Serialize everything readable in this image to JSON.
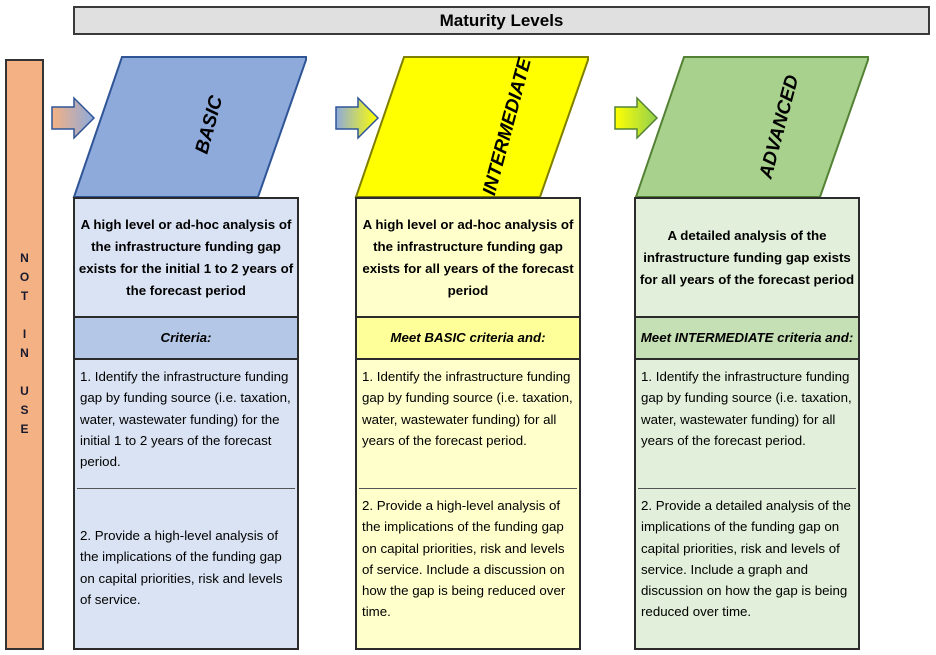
{
  "header": {
    "title": "Maturity Levels"
  },
  "sidebar": {
    "letters": [
      "N",
      "O",
      "T",
      "",
      "I",
      "N",
      "",
      "U",
      "S",
      "E"
    ]
  },
  "colors": {
    "basic_top": "#8eaadb",
    "basic_light": "#dae3f3",
    "basic_mid": "#b4c7e7",
    "intermediate_top": "#ffff00",
    "intermediate_light": "#ffffcc",
    "intermediate_mid": "#ffff99",
    "advanced_top": "#a9d18e",
    "advanced_light": "#e2efda",
    "advanced_mid": "#c5e0b4",
    "not_in_use": "#f4b183"
  },
  "levels": [
    {
      "name": "BASIC",
      "summary": "A high level or ad-hoc analysis of the infrastructure funding gap exists for the initial 1 to 2 years of the forecast period",
      "criteria_heading": "Criteria:",
      "items": [
        "1. Identify the infrastructure funding gap by funding source (i.e. taxation, water, wastewater funding) for the initial 1 to 2 years of the forecast period.",
        "2. Provide a high-level analysis of the implications of the funding gap on capital priorities, risk and levels of service."
      ]
    },
    {
      "name": "INTERMEDIATE",
      "summary": "A high level or ad-hoc analysis of the infrastructure funding gap exists for all years of the forecast period",
      "criteria_heading": "Meet BASIC criteria and:",
      "items": [
        "1. Identify the infrastructure funding gap by funding source (i.e. taxation, water, wastewater funding) for all years of the forecast period.",
        "2. Provide a high-level analysis of the implications of the funding gap on capital priorities, risk and levels of service.  Include a discussion on how the gap is being reduced over time."
      ]
    },
    {
      "name": "ADVANCED",
      "summary": "A detailed analysis of the infrastructure funding gap exists for all years of the forecast period",
      "criteria_heading": "Meet INTERMEDIATE criteria and:",
      "items": [
        "1. Identify the infrastructure funding gap by funding source (i.e. taxation, water, wastewater funding) for all years of the forecast period.",
        "2. Provide a detailed analysis of the implications of the funding gap on capital priorities, risk and levels of service.  Include a graph and discussion on how the gap is being reduced over time."
      ]
    }
  ]
}
